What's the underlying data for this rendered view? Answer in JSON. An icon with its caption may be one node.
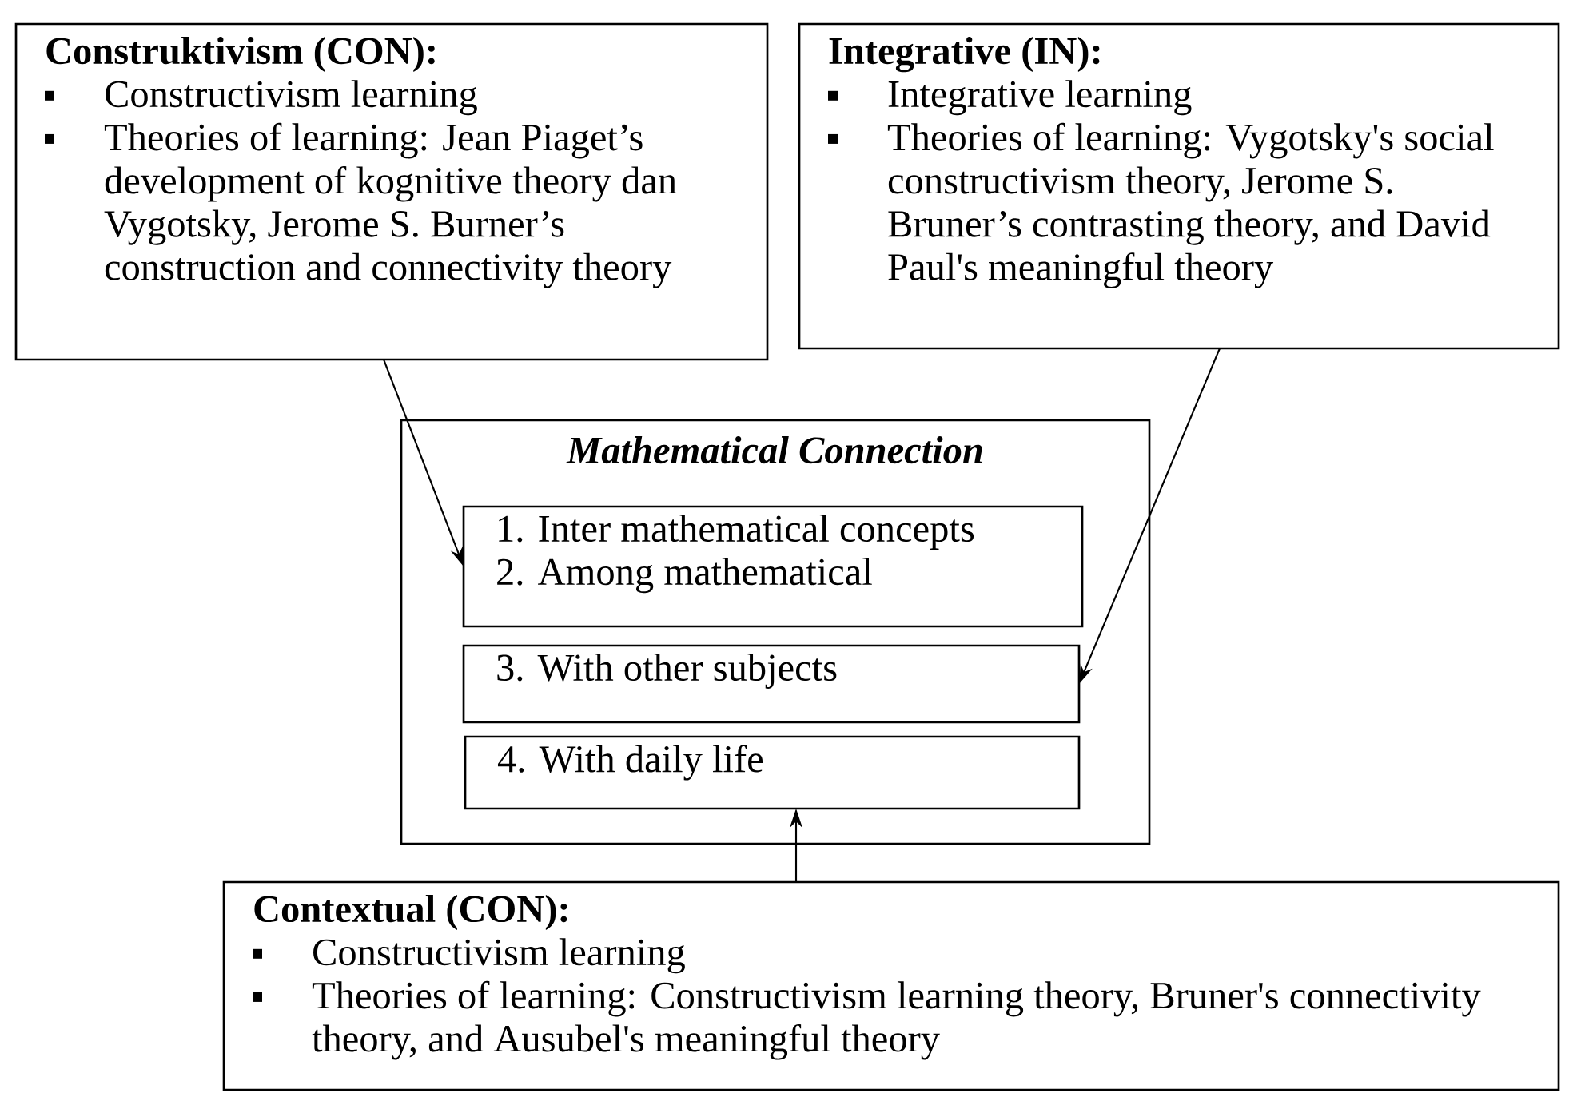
{
  "diagram": {
    "nodes": [
      {
        "text": [
          "Construktivism (CON):",
          "Constructivism learning",
          "Theories of learning: Jean Piaget’s development of kognitive theory dan Vygotsky, Jerome S. Burner’s construction and connectivity theory"
        ]
      },
      {
        "text": [
          "Integrative (IN):",
          "Integrative learning",
          "Theories of learning: Vygotsky's social constructivism theory, Jerome S. Bruner’s contrasting theory, and David Paul's meaningful theory"
        ]
      },
      {
        "text": [
          "Mathematical Connection"
        ]
      },
      {
        "text": [
          "1. Inter mathematical concepts",
          "2. Among mathematical"
        ],
        "in": 2
      },
      {
        "text": [
          "3. With other subjects"
        ],
        "in": 2
      },
      {
        "text": [
          "4. With daily life"
        ],
        "in": 2
      },
      {
        "text": [
          "Contextual (CON):",
          "Constructivism learning",
          "Theories of learning: Constructivism learning theory, Bruner's connectivity theory, and Ausubel's meaningful theory"
        ]
      }
    ],
    "edges": [
      {
        "from": 0,
        "to": 3,
        "arrow": "to"
      },
      {
        "from": 1,
        "to": 4,
        "arrow": "to"
      },
      {
        "from": 6,
        "to": 5,
        "arrow": "to"
      }
    ]
  }
}
